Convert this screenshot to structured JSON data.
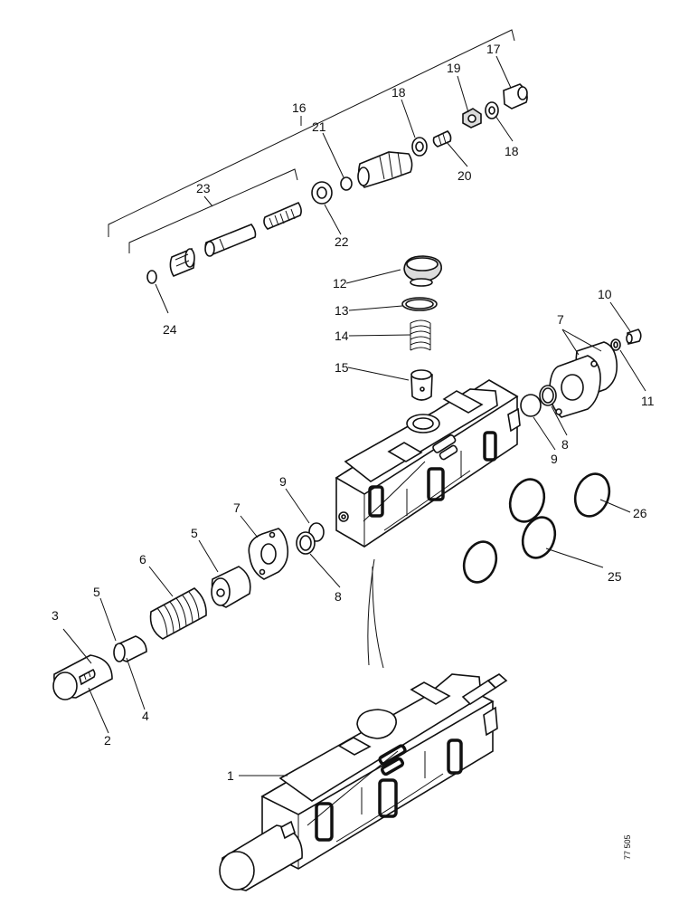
{
  "diagram": {
    "code": "77 505",
    "callouts": [
      {
        "id": "c1",
        "text": "1"
      },
      {
        "id": "c2",
        "text": "2"
      },
      {
        "id": "c3",
        "text": "3"
      },
      {
        "id": "c4",
        "text": "4"
      },
      {
        "id": "c5a",
        "text": "5"
      },
      {
        "id": "c5b",
        "text": "5"
      },
      {
        "id": "c6",
        "text": "6"
      },
      {
        "id": "c7a",
        "text": "7"
      },
      {
        "id": "c7b",
        "text": "7"
      },
      {
        "id": "c8a",
        "text": "8"
      },
      {
        "id": "c8b",
        "text": "8"
      },
      {
        "id": "c9a",
        "text": "9"
      },
      {
        "id": "c9b",
        "text": "9"
      },
      {
        "id": "c10",
        "text": "10"
      },
      {
        "id": "c11",
        "text": "11"
      },
      {
        "id": "c12",
        "text": "12"
      },
      {
        "id": "c13",
        "text": "13"
      },
      {
        "id": "c14",
        "text": "14"
      },
      {
        "id": "c15",
        "text": "15"
      },
      {
        "id": "c16",
        "text": "16"
      },
      {
        "id": "c17",
        "text": "17"
      },
      {
        "id": "c18a",
        "text": "18"
      },
      {
        "id": "c18b",
        "text": "18"
      },
      {
        "id": "c19",
        "text": "19"
      },
      {
        "id": "c20",
        "text": "20"
      },
      {
        "id": "c21",
        "text": "21"
      },
      {
        "id": "c22",
        "text": "22"
      },
      {
        "id": "c23",
        "text": "23"
      },
      {
        "id": "c24",
        "text": "24"
      },
      {
        "id": "c25",
        "text": "25"
      },
      {
        "id": "c26",
        "text": "26"
      }
    ]
  }
}
